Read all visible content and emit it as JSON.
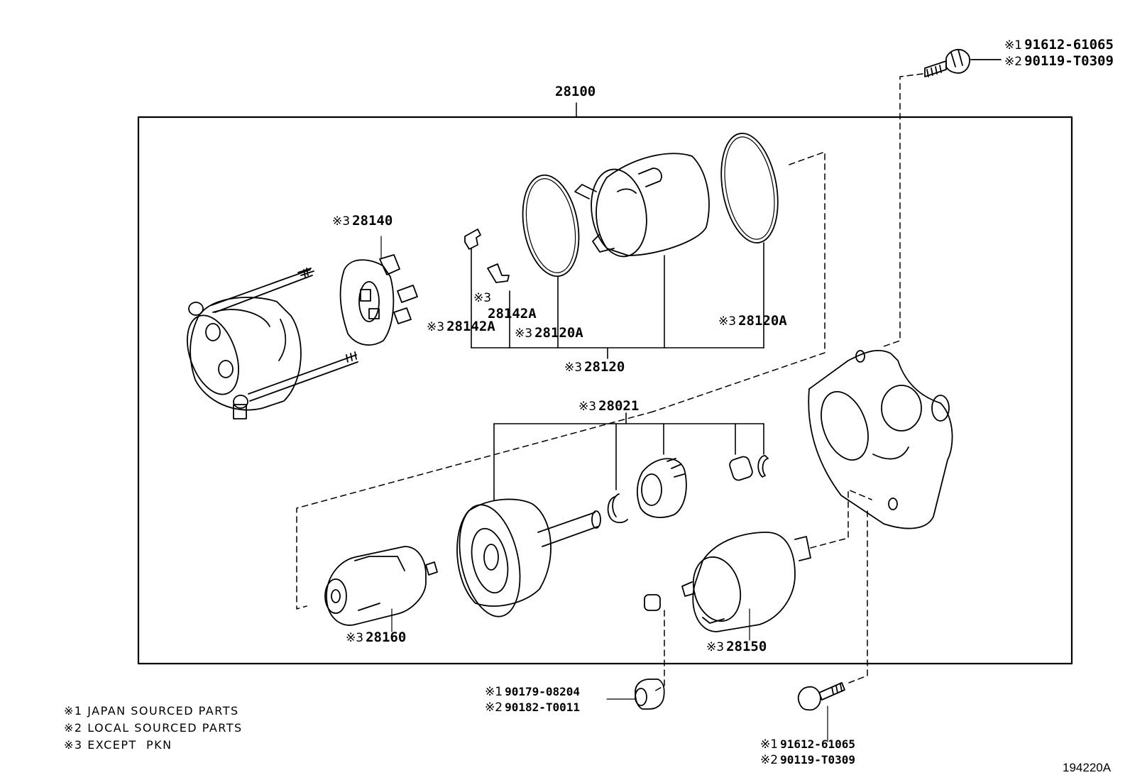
{
  "diagram": {
    "title": "Starter Assembly Parts Diagram",
    "assembly_label": "28100",
    "drawing_code": "194220A",
    "callouts": [
      {
        "id": "bolt-top",
        "lines": [
          {
            "mark": "※1",
            "part": "91612-61065"
          },
          {
            "mark": "※2",
            "part": "90119-T0309"
          }
        ]
      },
      {
        "id": "brush-holder",
        "mark": "※3",
        "part": "28140"
      },
      {
        "id": "brush-spring-a",
        "mark": "※3",
        "part": "28142A"
      },
      {
        "id": "brush-spring-b",
        "mark": "※3",
        "part": "28142A"
      },
      {
        "id": "oring-left",
        "mark": "※3",
        "part": "28120A"
      },
      {
        "id": "oring-right",
        "mark": "※3",
        "part": "28120A"
      },
      {
        "id": "yoke",
        "mark": "※3",
        "part": "28120"
      },
      {
        "id": "clutch-kit",
        "mark": "※3",
        "part": "28021"
      },
      {
        "id": "armature",
        "mark": "※3",
        "part": "28160"
      },
      {
        "id": "solenoid",
        "mark": "※3",
        "part": "28150"
      },
      {
        "id": "nut",
        "lines": [
          {
            "mark": "※1",
            "part": "90179-08204"
          },
          {
            "mark": "※2",
            "part": "90182-T0011"
          }
        ]
      },
      {
        "id": "bolt-bottom",
        "lines": [
          {
            "mark": "※1",
            "part": "91612-61065"
          },
          {
            "mark": "※2",
            "part": "90119-T0309"
          }
        ]
      }
    ],
    "legend": [
      {
        "mark": "※1",
        "text": "JAPAN SOURCED PARTS"
      },
      {
        "mark": "※2",
        "text": "LOCAL SOURCED PARTS"
      },
      {
        "mark": "※3",
        "text": "EXCEPT  PKN"
      }
    ]
  }
}
